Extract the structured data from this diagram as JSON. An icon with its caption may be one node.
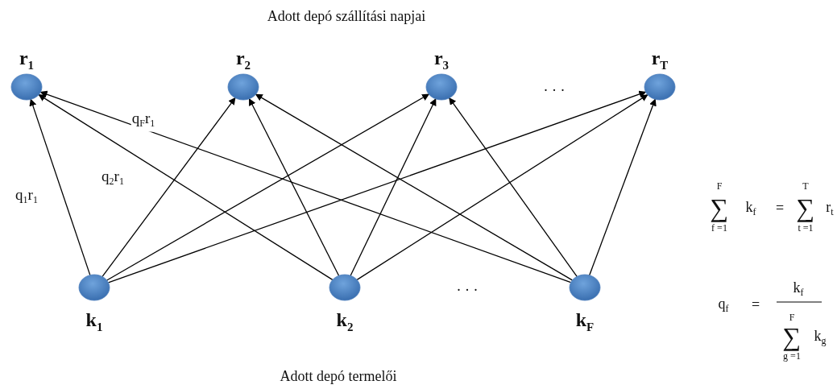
{
  "diagram": {
    "title": "Adott depó szállítási napjai",
    "nodes": [
      {
        "text": [
          "r$_{1}$"
        ]
      },
      {
        "text": [
          "r$_{2}$"
        ]
      },
      {
        "text": [
          "r$_{3}$"
        ]
      },
      {
        "text": [
          "r$_{T}$"
        ]
      },
      {
        "text": [
          "k$_{1}$"
        ]
      },
      {
        "text": [
          "k$_{2}$"
        ]
      },
      {
        "text": [
          "k$_{F}$"
        ]
      }
    ],
    "edges": [
      {
        "from": 4,
        "to": 0,
        "arrow": "to",
        "label": "q$_{1}$r$_{1}$"
      },
      {
        "from": 4,
        "to": 1,
        "arrow": "to"
      },
      {
        "from": 4,
        "to": 2,
        "arrow": "to"
      },
      {
        "from": 4,
        "to": 3,
        "arrow": "to"
      },
      {
        "from": 5,
        "to": 0,
        "arrow": "to",
        "label": "q$_{2}$r$_{1}$"
      },
      {
        "from": 5,
        "to": 1,
        "arrow": "to"
      },
      {
        "from": 5,
        "to": 2,
        "arrow": "to"
      },
      {
        "from": 5,
        "to": 3,
        "arrow": "to"
      },
      {
        "from": 6,
        "to": 0,
        "arrow": "to",
        "label": "q$_{F}$r$_{1}$"
      },
      {
        "from": 6,
        "to": 1,
        "arrow": "to"
      },
      {
        "from": 6,
        "to": 2,
        "arrow": "to"
      },
      {
        "from": 6,
        "to": 3,
        "arrow": "to"
      }
    ],
    "labels": [
      "· · ·",
      "· · ·",
      "Adott depó termelői",
      "F",
      "∑",
      "f =1",
      "k$_{f}$",
      "=",
      "T",
      "∑",
      "t =1",
      "r$_{t}$",
      "q$_{f}$",
      "=",
      "k$_{f}$",
      "F",
      "∑",
      "g =1",
      "k$_{g}$"
    ]
  }
}
